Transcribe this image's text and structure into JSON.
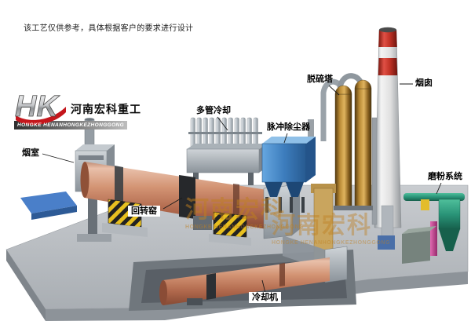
{
  "page": {
    "disclaimer": "该工艺仅供参考，具体根据客户的要求进行设计"
  },
  "logo": {
    "monogram": "HK",
    "name": "河南宏科重工",
    "subtitle": "HONGKE HENANHONGKEZHONGGONG"
  },
  "watermark": {
    "wm1": {
      "text": "河南宏科",
      "caption": "HONGKE HENANHONGKEZHONGGONG"
    },
    "wm2": {
      "text": "河南宏科",
      "caption": "HONGKE HENANHONGKEZHONGGONG"
    }
  },
  "labels": {
    "smoke_chamber": "烟室",
    "rotary_kiln": "回转窑",
    "multi_tube_cooler": "多管冷却",
    "pulse_dust_collector": "脉冲除尘器",
    "desulfurization_tower": "脱硫塔",
    "chimney": "烟囱",
    "grinding_system": "磨粉系统",
    "cooling_machine": "冷却机"
  },
  "icons": {
    "logo_red_swoosh": "red-swoosh-shape"
  },
  "colors": {
    "kiln_shell": "#cf9273",
    "dust_collector_blue": "#3d7dbd",
    "chimney_band_red": "#c23327",
    "desulfurization_tower_bronze": "#b98a35",
    "grinding_green": "#2a9478",
    "magenta_pipe": "#c23a8f",
    "hazard_yellow": "#e8c020",
    "platform_gray": "#b5bac0",
    "blue_pad": "#4a7fc9",
    "watermark_tan": "#bf7f1f"
  }
}
